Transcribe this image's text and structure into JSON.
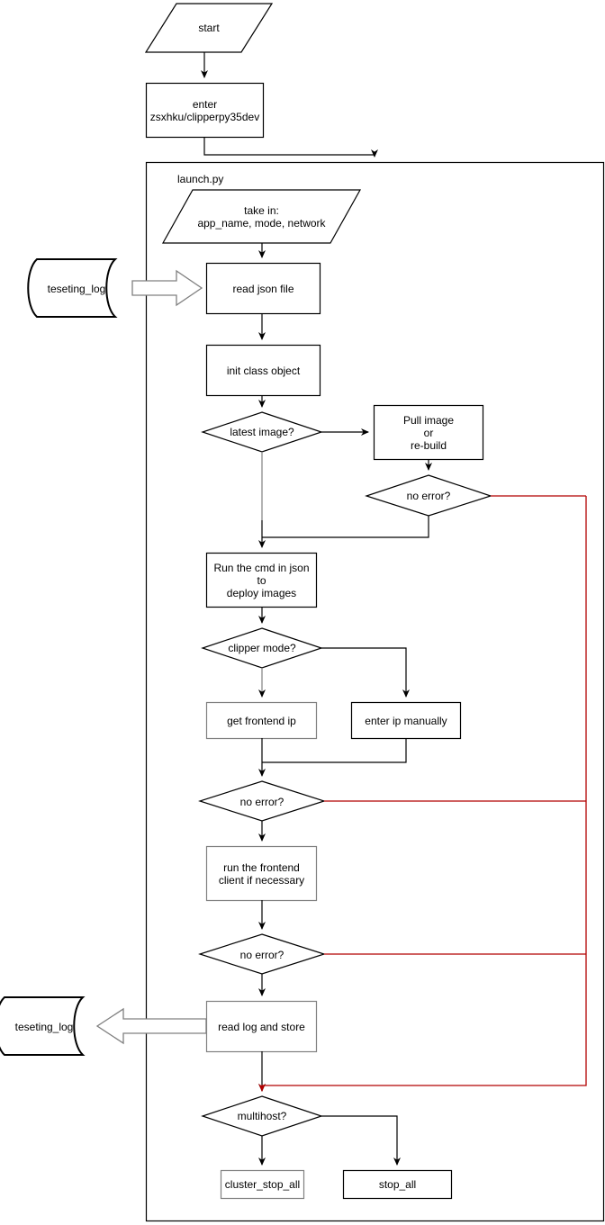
{
  "diagram": {
    "title": "launch.py deployment flowchart",
    "colors": {
      "stroke": "#000000",
      "error_path": "#B20000",
      "fill": "#ffffff",
      "gray_stroke": "#808080"
    },
    "container": {
      "label": "launch.py"
    },
    "nodes": [
      {
        "id": "start",
        "type": "parallelogram",
        "label": "start"
      },
      {
        "id": "enter_image",
        "type": "process",
        "label": "enter\nzsxhku/clipperpy35dev"
      },
      {
        "id": "take_in",
        "type": "parallelogram",
        "label": "take in:\napp_name, mode, network"
      },
      {
        "id": "read_json",
        "type": "process",
        "label": "read json file"
      },
      {
        "id": "init_class",
        "type": "process",
        "label": "init class object"
      },
      {
        "id": "latest_image",
        "type": "decision",
        "label": "latest image?"
      },
      {
        "id": "pull_rebuild",
        "type": "process",
        "label": "Pull image\nor\nre-build"
      },
      {
        "id": "no_error_1",
        "type": "decision",
        "label": "no error?"
      },
      {
        "id": "run_cmd",
        "type": "process",
        "label": "Run the cmd in json\nto\ndeploy images"
      },
      {
        "id": "clipper_mode",
        "type": "decision",
        "label": "clipper mode?"
      },
      {
        "id": "get_frontend_ip",
        "type": "process",
        "label": "get frontend ip"
      },
      {
        "id": "enter_ip",
        "type": "process",
        "label": "enter ip manually"
      },
      {
        "id": "no_error_2",
        "type": "decision",
        "label": "no error?"
      },
      {
        "id": "run_frontend",
        "type": "process",
        "label": "run the frontend\nclient if necessary"
      },
      {
        "id": "no_error_3",
        "type": "decision",
        "label": "no error?"
      },
      {
        "id": "read_log",
        "type": "process",
        "label": "read log and store"
      },
      {
        "id": "multihost",
        "type": "decision",
        "label": "multihost?"
      },
      {
        "id": "cluster_stop_all",
        "type": "process",
        "label": "cluster_stop_all"
      },
      {
        "id": "stop_all",
        "type": "process",
        "label": "stop_all"
      },
      {
        "id": "log_store_in",
        "type": "datastore",
        "label": "teseting_log"
      },
      {
        "id": "log_store_out",
        "type": "datastore",
        "label": "teseting_log"
      }
    ]
  }
}
